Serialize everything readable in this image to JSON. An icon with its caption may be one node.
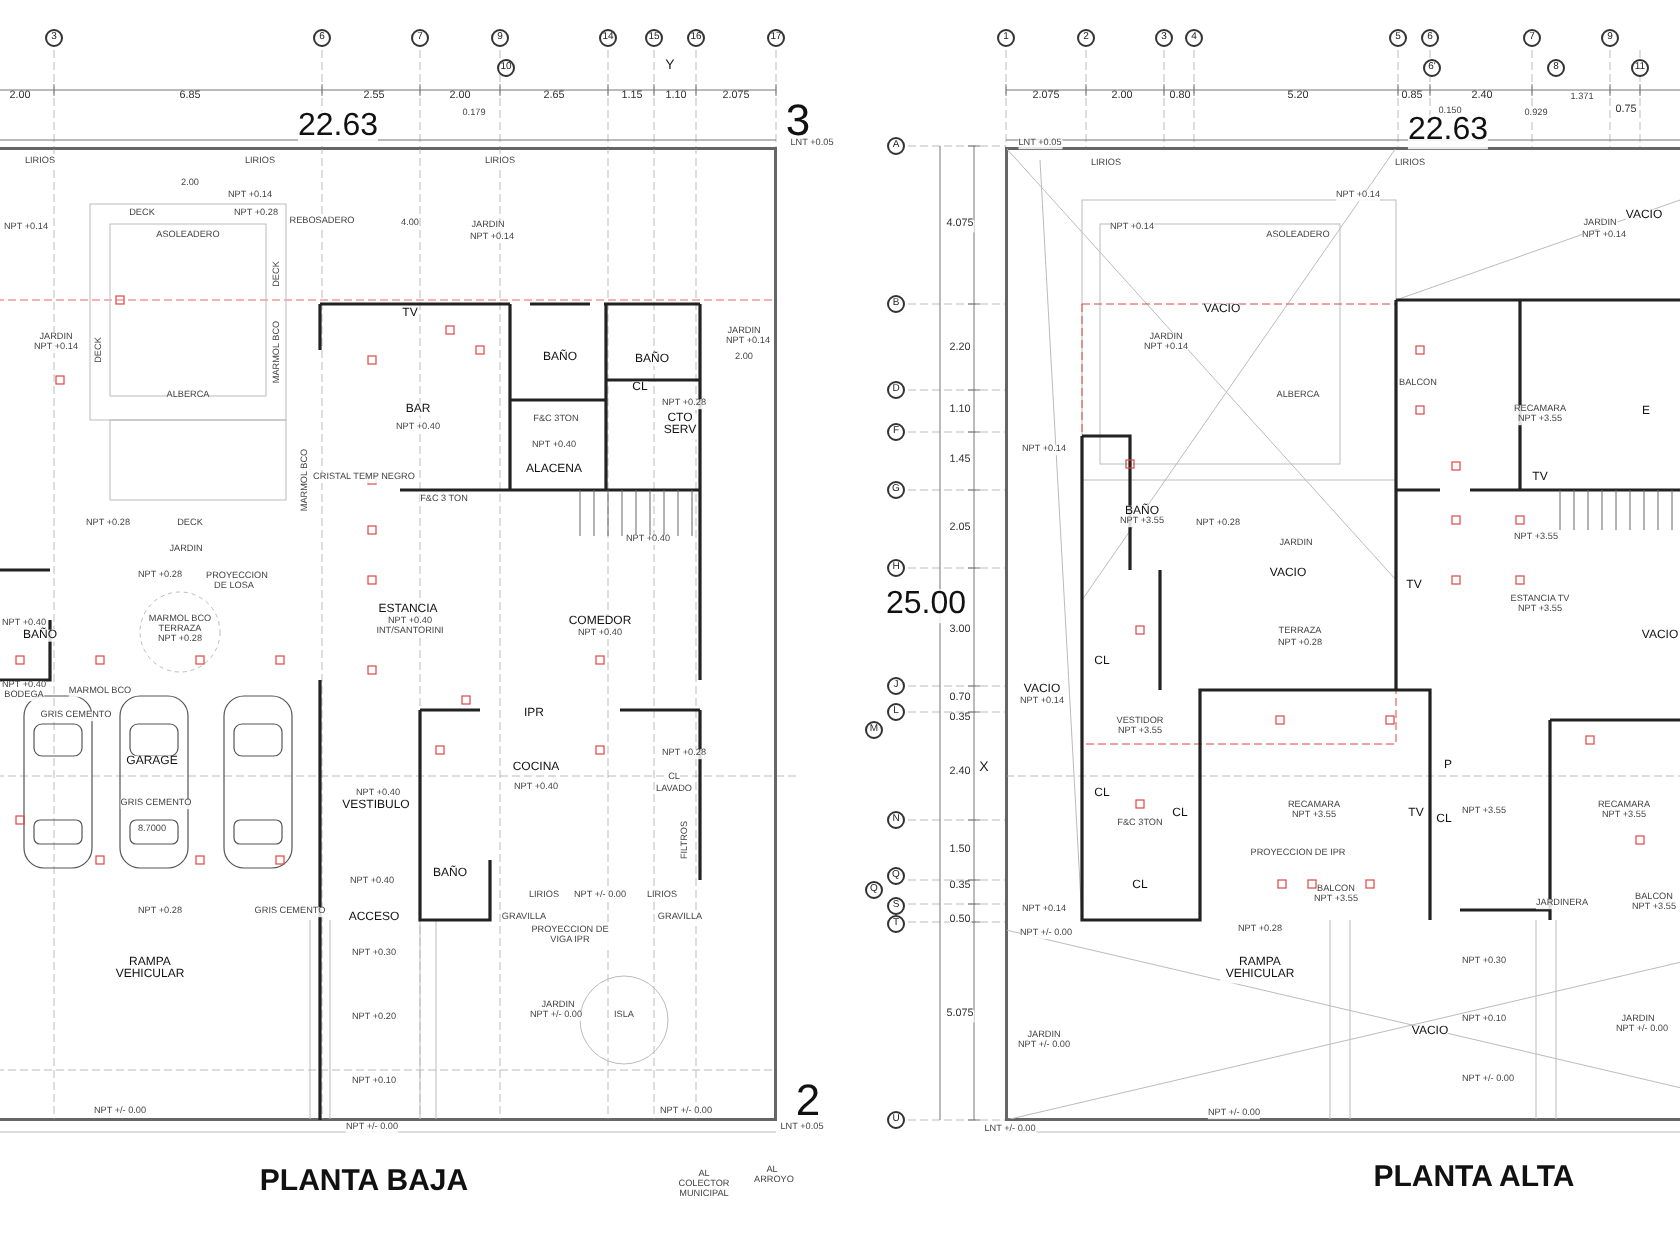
{
  "diagram": {
    "nodes": [
      {
        "text": [
          "PLANTA BAJA"
        ]
      },
      {
        "text": [
          "PLANTA ALTA"
        ]
      }
    ],
    "edges": [],
    "labels": [
      "3",
      "6",
      "7",
      "9",
      "10",
      "14",
      "15",
      "16",
      "17",
      "Y",
      "2.00",
      "6.85",
      "2.55",
      "2.00",
      "0.179",
      "2.65",
      "1.15",
      "1.10",
      "2.075",
      "22.63",
      "3",
      "LNT +0.05",
      "LIRIOS",
      "LIRIOS",
      "LIRIOS",
      "2.00",
      "NPT +0.14",
      "DECK",
      "NPT +0.28",
      "NPT +0.14",
      "ASOLEADERO",
      "REBOSADERO",
      "4.00",
      "JARDIN",
      "NPT +0.14",
      "DECK",
      "TV",
      "JARDIN",
      "NPT +0.14",
      "DECK",
      "MARMOL BCO",
      "BAÑO",
      "BAÑO",
      "JARDIN",
      "NPT +0.14",
      "2.00",
      "CL",
      "NPT +0.28",
      "ALBERCA",
      "BAR",
      "NPT +0.40",
      "F&C 3TON",
      "NPT +0.40",
      "CTO SERV",
      "ALACENA",
      "CRISTAL TEMP NEGRO",
      "F&C 3 TON",
      "MARMOL BCO",
      "NPT +0.28",
      "DECK",
      "JARDIN",
      "NPT +0.28",
      "PROYECCION DE LOSA",
      "NPT +0.40",
      "ESTANCIA",
      "NPT +0.40",
      "INT/SANTORINI",
      "COMEDOR",
      "NPT +0.40",
      "NPT +0.40",
      "BAÑO",
      "MARMOL BCO",
      "TERRAZA",
      "NPT +0.28",
      "NPT +0.40",
      "BODEGA",
      "MARMOL BCO",
      "GRIS CEMENTO",
      "IPR",
      "GARAGE",
      "COCINA",
      "NPT +0.40",
      "NPT +0.28",
      "CL",
      "LAVADO",
      "NPT +0.40",
      "VESTIBULO",
      "GRIS CEMENTO",
      "8.7000",
      "FILTROS",
      "NPT +0.40",
      "BAÑO",
      "LIRIOS",
      "NPT +/- 0.00",
      "LIRIOS",
      "NPT +0.28",
      "GRIS CEMENTO",
      "ACCESO",
      "GRAVILLA",
      "GRAVILLA",
      "PROYECCION DE VIGA IPR",
      "RAMPA VEHICULAR",
      "NPT +0.30",
      "NPT +0.20",
      "JARDIN",
      "NPT +/- 0.00",
      "ISLA",
      "NPT +0.10",
      "NPT +/- 0.00",
      "NPT +/- 0.00",
      "2",
      "NPT +/- 0.00",
      "LNT +0.05",
      "AL COLECTOR MUNICIPAL",
      "AL ARROYO",
      "1",
      "2",
      "3",
      "4",
      "5",
      "6",
      "6'",
      "7",
      "8",
      "9",
      "11",
      "2.075",
      "2.00",
      "0.80",
      "5.20",
      "0.85",
      "0.150",
      "2.40",
      "0.929",
      "1.371",
      "0.75",
      "22.63",
      "A",
      "LNT +0.05",
      "LIRIOS",
      "LIRIOS",
      "NPT +0.14",
      "VACIO",
      "4.075",
      "NPT +0.14",
      "ASOLEADERO",
      "JARDIN",
      "NPT +0.14",
      "B",
      "VACIO",
      "2.20",
      "JARDIN",
      "NPT +0.14",
      "BALCON",
      "D",
      "1.10",
      "ALBERCA",
      "RECAMARA",
      "NPT +3.55",
      "E",
      "F",
      "NPT +0.14",
      "1.45",
      "TV",
      "G",
      "BAÑO",
      "NPT +3.55",
      "NPT +0.28",
      "2.05",
      "NPT +3.55",
      "JARDIN",
      "H",
      "VACIO",
      "TV",
      "ESTANCIA TV",
      "NPT +3.55",
      "25.00",
      "TERRAZA",
      "NPT +0.28",
      "3.00",
      "VACIO",
      "CL",
      "J",
      "VACIO",
      "NPT +0.14",
      "0.70",
      "L",
      "M",
      "0.35",
      "VESTIDOR",
      "NPT +3.55",
      "2.40",
      "X",
      "P",
      "CL",
      "RECAMARA",
      "NPT +3.55",
      "TV",
      "CL",
      "NPT +3.55",
      "RECAMARA",
      "NPT +3.55",
      "CL",
      "F&C 3TON",
      "N",
      "1.50",
      "PROYECCION DE IPR",
      "Q",
      "Q",
      "0.35",
      "CL",
      "BALCON",
      "S",
      "NPT +3.55",
      "JARDINERA",
      "BALCON",
      "NPT +3.55",
      "T",
      "0.50",
      "NPT +0.14",
      "NPT +0.28",
      "NPT +/- 0.00",
      "NPT +0.30",
      "RAMPA VEHICULAR",
      "5.075",
      "NPT +0.10",
      "VACIO",
      "JARDIN",
      "NPT +/- 0.00",
      "JARDIN",
      "NPT +/- 0.00",
      "NPT +/- 0.00",
      "NPT +/- 0.00",
      "U",
      "LNT +/- 0.00"
    ]
  }
}
